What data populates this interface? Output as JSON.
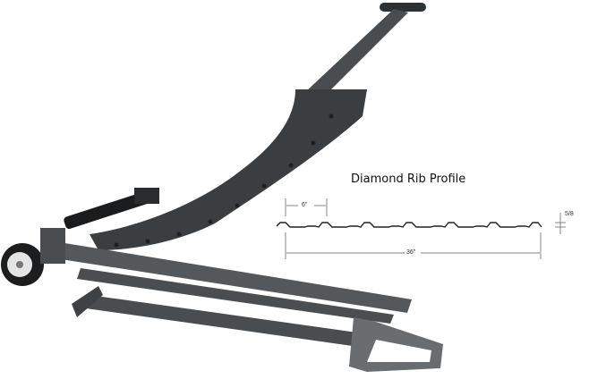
{
  "profile": {
    "title": "Diamond Rib Profile",
    "rib_spacing_label": "6\"",
    "rib_height_label": "5/8",
    "panel_width_label": "36\""
  },
  "colors": {
    "tool_body": "#3b3e41",
    "tool_rail": "#55585b",
    "background": "#ffffff"
  }
}
